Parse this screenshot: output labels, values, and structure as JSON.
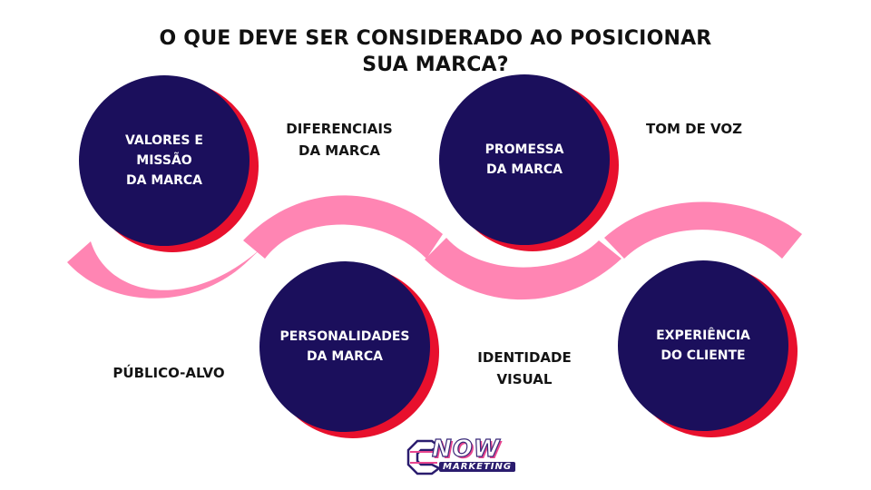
{
  "title": {
    "line1": "O QUE DEVE SER CONSIDERADO AO POSICIONAR",
    "line2": "SUA MARCA?"
  },
  "circles": [
    {
      "line1": "VALORES E MISSÃO",
      "line2": "DA MARCA"
    },
    {
      "line1": "PERSONALIDADES",
      "line2": "DA MARCA"
    },
    {
      "line1": "PROMESSA",
      "line2": "DA MARCA"
    },
    {
      "line1": "EXPERIÊNCIA",
      "line2": "DO CLIENTE"
    }
  ],
  "labels": {
    "publico": "PÚBLICO-ALVO",
    "diferenciais1": "DIFERENCIAIS",
    "diferenciais2": "DA MARCA",
    "identidade1": "IDENTIDADE",
    "identidade2": "VISUAL",
    "tom": "TOM DE VOZ"
  },
  "logo": {
    "main": "NOW",
    "sub": "MARKETING",
    "icon": "c-logo-icon"
  },
  "colors": {
    "circle": "#1b0f5c",
    "circle_shadow": "#e8102d",
    "wave": "#ff85b3",
    "text": "#111111"
  }
}
